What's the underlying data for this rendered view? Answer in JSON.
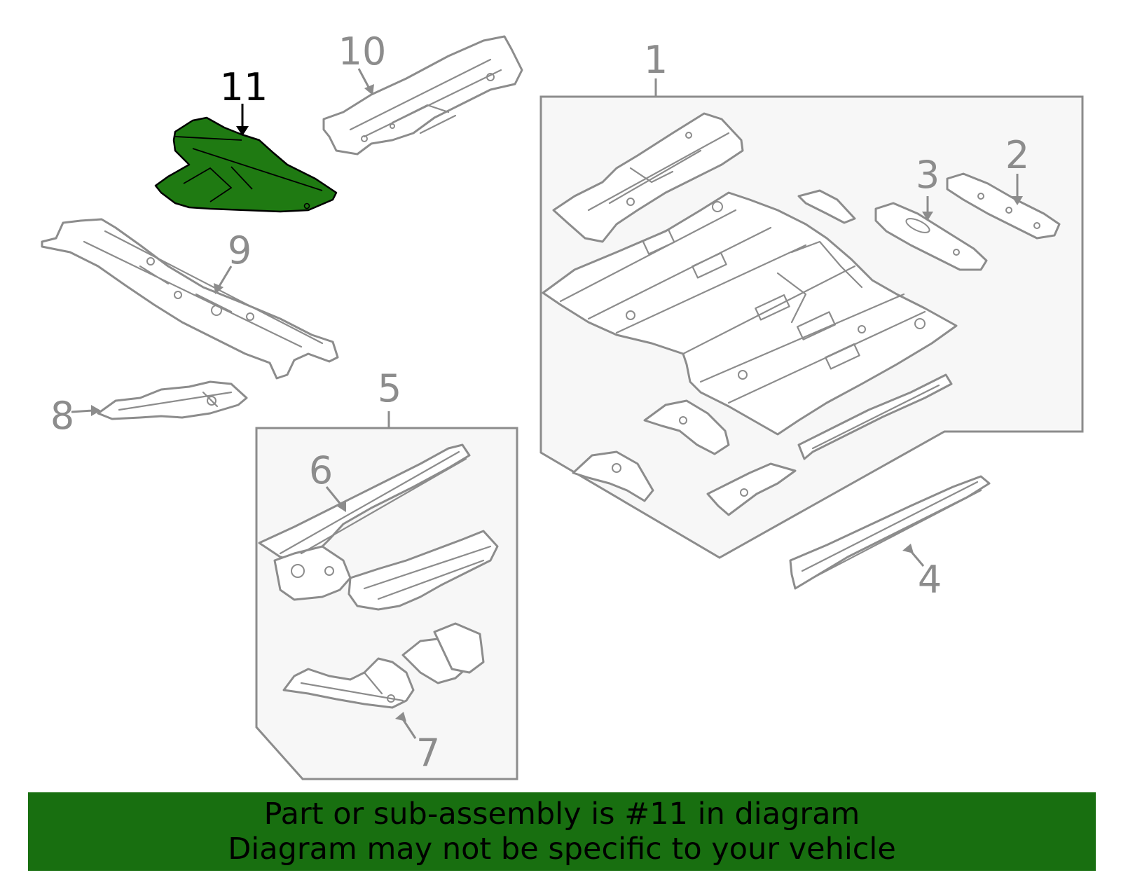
{
  "colors": {
    "line_gray": "#8c8c8c",
    "box_fill": "#f7f7f7",
    "highlight_fill": "#1f7a12",
    "highlight_stroke": "#000000",
    "banner_fill": "#186f10",
    "banner_text": "#000000"
  },
  "diagram": {
    "highlighted_part": "11",
    "callouts": [
      {
        "id": "1",
        "label": "1",
        "highlighted": false
      },
      {
        "id": "2",
        "label": "2",
        "highlighted": false
      },
      {
        "id": "3",
        "label": "3",
        "highlighted": false
      },
      {
        "id": "4",
        "label": "4",
        "highlighted": false
      },
      {
        "id": "5",
        "label": "5",
        "highlighted": false
      },
      {
        "id": "6",
        "label": "6",
        "highlighted": false
      },
      {
        "id": "7",
        "label": "7",
        "highlighted": false
      },
      {
        "id": "8",
        "label": "8",
        "highlighted": false
      },
      {
        "id": "9",
        "label": "9",
        "highlighted": false
      },
      {
        "id": "10",
        "label": "10",
        "highlighted": false
      },
      {
        "id": "11",
        "label": "11",
        "highlighted": true
      }
    ]
  },
  "banner": {
    "line1": "Part or sub-assembly is #11 in diagram",
    "line2": "Diagram may not be specific to your vehicle"
  }
}
